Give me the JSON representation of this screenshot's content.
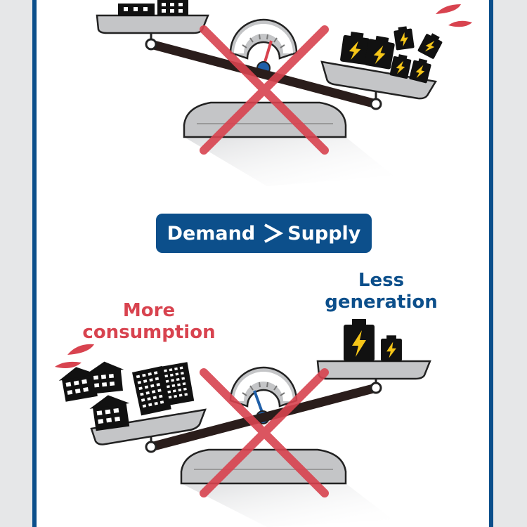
{
  "badge": {
    "left_text": "Demand",
    "right_text": "Supply",
    "comparison_icon": "greater-than-icon"
  },
  "labels": {
    "more_consumption": {
      "line1": "More",
      "line2": "consumption"
    },
    "less_generation": {
      "line1": "Less",
      "line2": "generation"
    }
  },
  "colors": {
    "frame_blue": "#0c4f8b",
    "alert_red": "#d8434f",
    "beam_brown": "#2a1d1b",
    "pan_gray": "#c4c5c7",
    "background_gray": "#e6e7e8"
  },
  "icons": {
    "top_scale": "balance-scale-tilted-right",
    "bottom_scale": "balance-scale-tilted-left",
    "cross": "cross-mark-icon",
    "houses": "buildings-icon",
    "batteries": "battery-lightning-icon",
    "sweat": "sweat-drops-icon"
  }
}
